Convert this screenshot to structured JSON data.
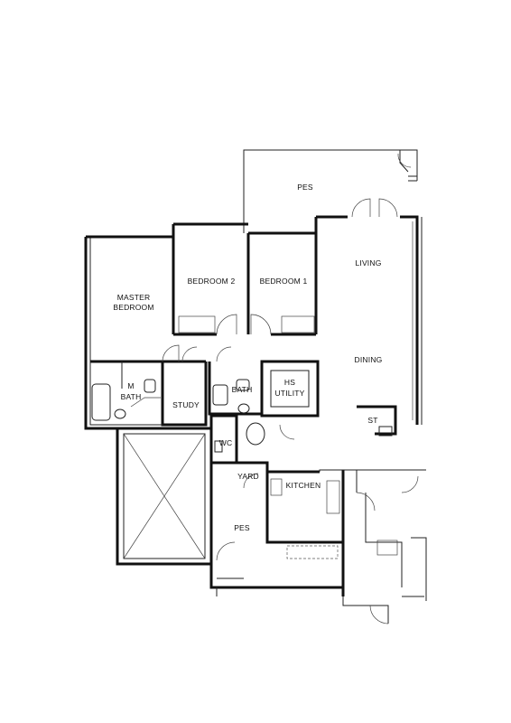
{
  "rooms": {
    "pes_top": "PES",
    "living": "LIVING",
    "bedroom2": "BEDROOM 2",
    "bedroom1": "BEDROOM 1",
    "master_line1": "MASTER",
    "master_line2": "BEDROOM",
    "dining": "DINING",
    "m_bath_line1": "M",
    "m_bath_line2": "BATH",
    "study": "STUDY",
    "bath": "BATH",
    "hs_line1": "HS",
    "hs_line2": "UTILITY",
    "st": "ST",
    "wc": "WC",
    "yard": "YARD",
    "kitchen": "KITCHEN",
    "pes_bottom": "PES"
  }
}
